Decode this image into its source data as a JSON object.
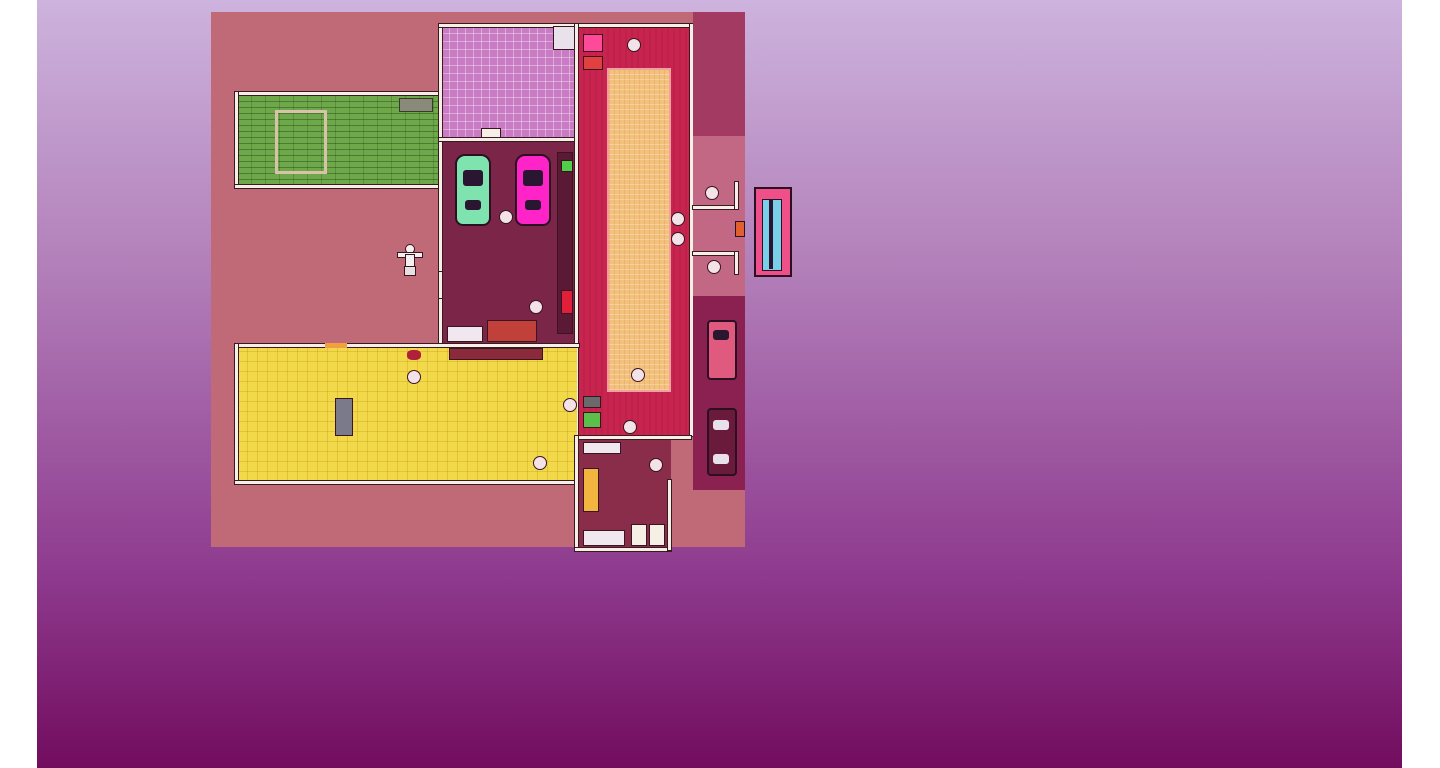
{
  "scene": {
    "background_gradient": [
      "#cdb3dd",
      "#720c5e"
    ],
    "map_base_color": "#c06a78"
  },
  "rooms": {
    "lawn": {
      "color": "#6fa84a"
    },
    "purple_room": {
      "color": "#c97bc4"
    },
    "garage": {
      "color": "#7b2648"
    },
    "red_hall": {
      "color": "#c8244f"
    },
    "sand_carpet": {
      "color": "#f3c27a"
    },
    "yellow_room": {
      "color": "#f2d94a"
    },
    "small_room": {
      "color": "#8a2d4a"
    }
  },
  "vehicles": [
    {
      "name": "mint-sports-car",
      "color": "#7fe3b0"
    },
    {
      "name": "magenta-sports-car",
      "color": "#ff24c8"
    },
    {
      "name": "parked-car-pink",
      "color": "#e05a80"
    },
    {
      "name": "parked-car-dark",
      "color": "#6a1a3a"
    }
  ],
  "player": {
    "icon": "player-character-icon",
    "color": "#f5f0f0"
  },
  "arcade_cabinet": {
    "icon": "arcade-cabinet-icon",
    "accent": "#ff4a7a"
  }
}
